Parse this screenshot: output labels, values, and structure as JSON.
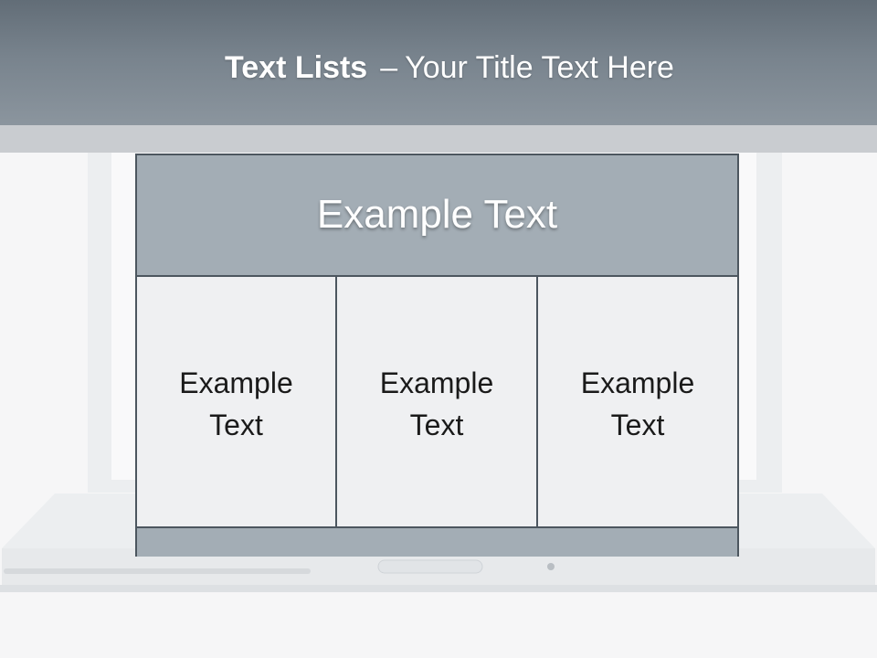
{
  "slide": {
    "title_bold": "Text Lists",
    "title_separator": "–",
    "title_rest": "Your Title Text Here"
  },
  "list": {
    "header": "Example Text",
    "items": [
      {
        "label": "Example Text"
      },
      {
        "label": "Example Text"
      },
      {
        "label": "Example Text"
      }
    ]
  },
  "colors": {
    "title_band": "#78838d",
    "header_fill": "#a3adb5",
    "cell_fill": "#eff0f2",
    "border": "#4c565f",
    "background": "#f6f6f7"
  }
}
